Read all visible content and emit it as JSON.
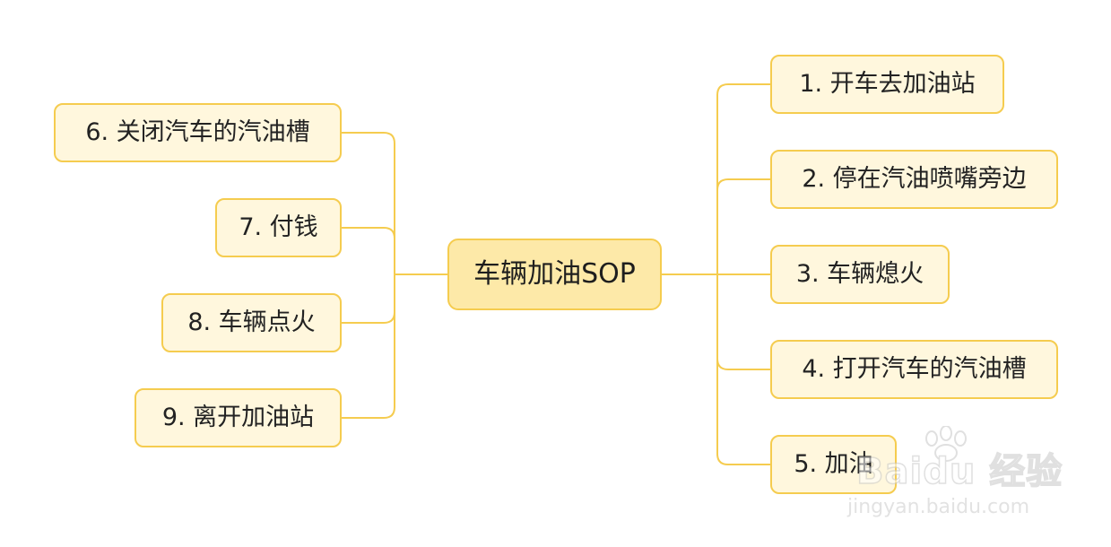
{
  "center": {
    "label": "车辆加油SOP"
  },
  "left_branches": [
    {
      "label": "6. 关闭汽车的汽油槽"
    },
    {
      "label": "7. 付钱"
    },
    {
      "label": "8. 车辆点火"
    },
    {
      "label": "9. 离开加油站"
    }
  ],
  "right_branches": [
    {
      "label": "1. 开车去加油站"
    },
    {
      "label": "2. 停在汽油喷嘴旁边"
    },
    {
      "label": "3. 车辆熄火"
    },
    {
      "label": "4. 打开汽车的汽油槽"
    },
    {
      "label": "5. 加油"
    }
  ],
  "watermark": {
    "brand": "Baidu 经验",
    "url": "jingyan.baidu.com"
  },
  "colors": {
    "connector": "#f5cc4f",
    "node_border": "#f5cc4f",
    "node_fill": "#fff7dd",
    "center_fill": "#fde9a8"
  }
}
